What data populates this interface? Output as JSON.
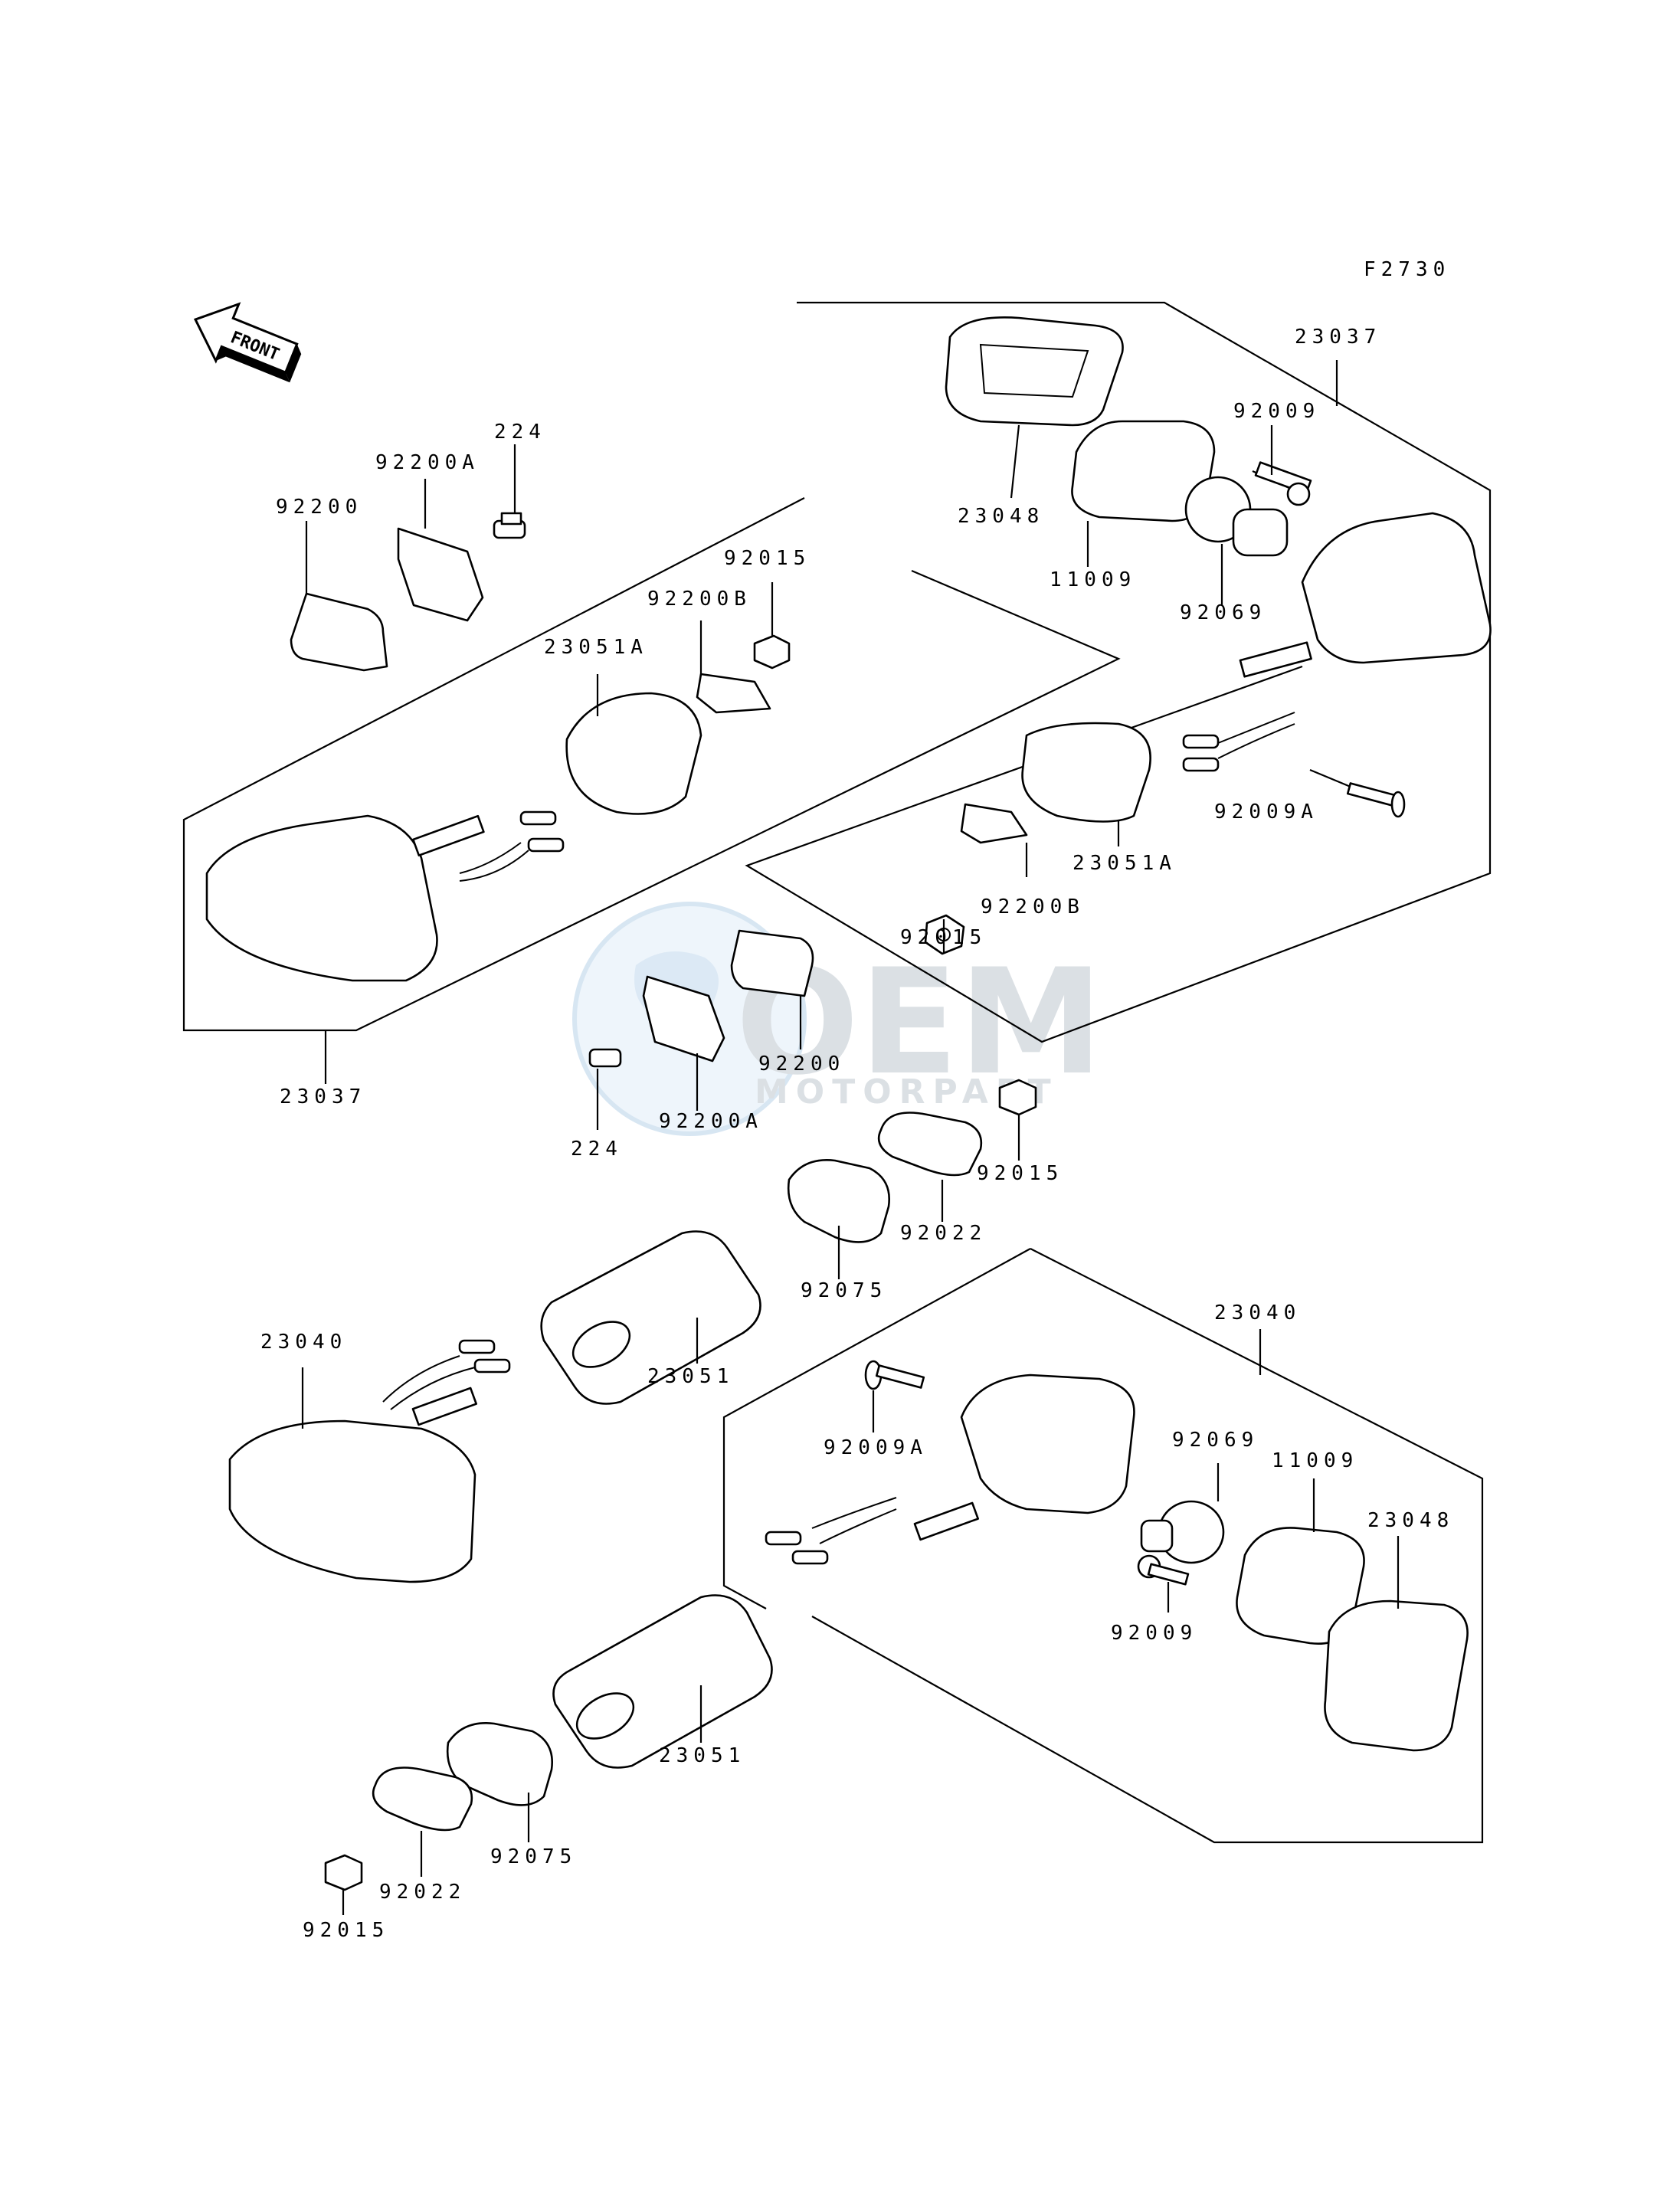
{
  "figure_code": "F2730",
  "front_marker": {
    "label": "FRONT"
  },
  "watermark": {
    "main": "OEM",
    "sub": "MOTORPART"
  },
  "labels": {
    "left_22037": "23037",
    "right_23037": "23037",
    "top_23048": "23048",
    "top_11009": "11009",
    "top_92009": "92009",
    "top_92069": "92069",
    "top_92009A": "92009A",
    "top_23051A_right": "23051A",
    "top_92200B_right": "92200B",
    "top_92015_right": "92015",
    "l_92200": "92200",
    "l_92200A": "92200A",
    "l_224": "224",
    "l_92015": "92015",
    "l_92200B": "92200B",
    "l_23051A": "23051A",
    "c_92200": "92200",
    "c_92200A": "92200A",
    "c_224": "224",
    "c_92015": "92015",
    "c_92022": "92022",
    "c_92075": "92075",
    "c_23051": "23051",
    "c_23040": "23040",
    "r_23040": "23040",
    "r_92009A": "92009A",
    "r_92069": "92069",
    "r_11009": "11009",
    "r_23048": "23048",
    "r_92009": "92009",
    "b_23051": "23051",
    "b_92075": "92075",
    "b_92022": "92022",
    "b_92015": "92015"
  }
}
